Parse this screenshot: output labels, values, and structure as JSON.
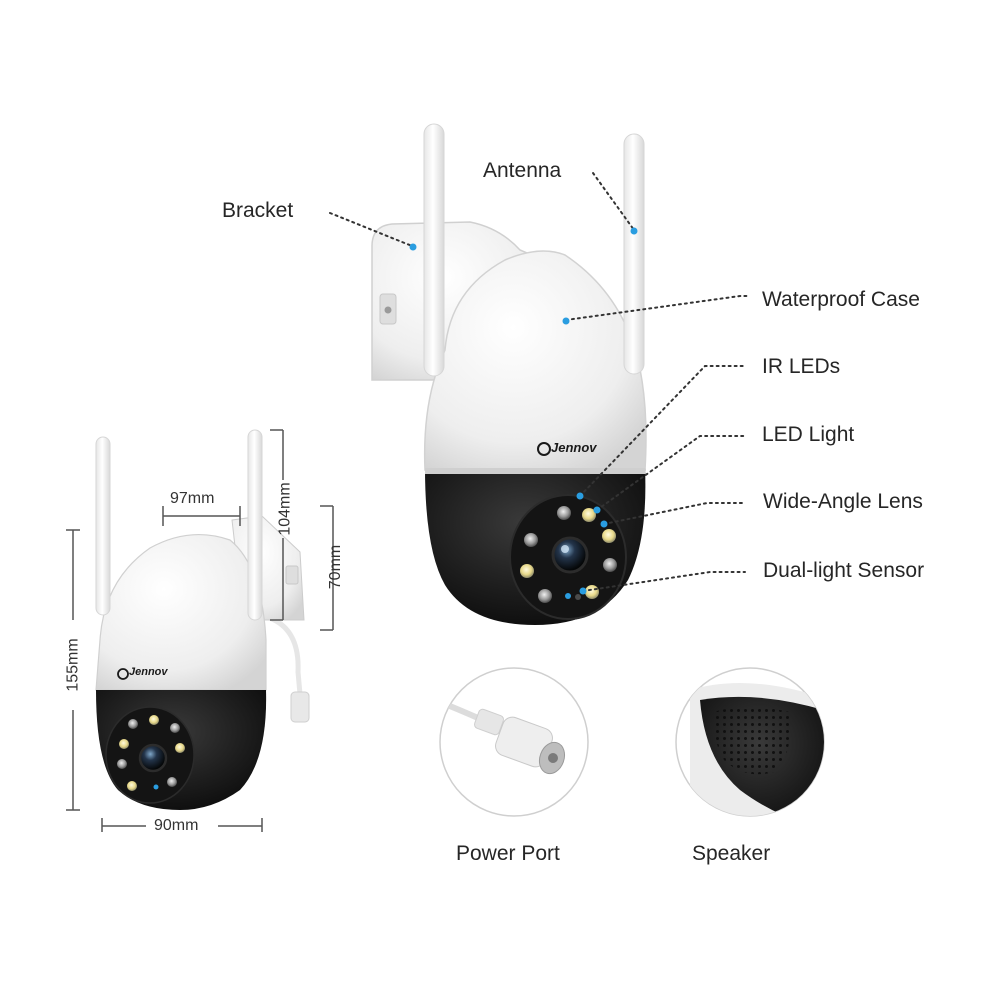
{
  "callouts": {
    "bracket": "Bracket",
    "antenna": "Antenna",
    "waterproof_case": "Waterproof Case",
    "ir_leds": "IR LEDs",
    "led_light": "LED Light",
    "wide_angle_lens": "Wide-Angle Lens",
    "dual_light_sensor": "Dual-light Sensor"
  },
  "dimensions": {
    "bracket_depth": "97mm",
    "antenna_height": "104mm",
    "bracket_height": "70mm",
    "total_height": "155mm",
    "dome_width": "90mm"
  },
  "details": {
    "power_port": "Power Port",
    "speaker": "Speaker"
  },
  "brand": {
    "logo_text": "Jennov"
  },
  "colors": {
    "callout_dot": "#2a9de0",
    "housing_white": "#f2f2f2",
    "dome_black": "#1e1e1e"
  }
}
